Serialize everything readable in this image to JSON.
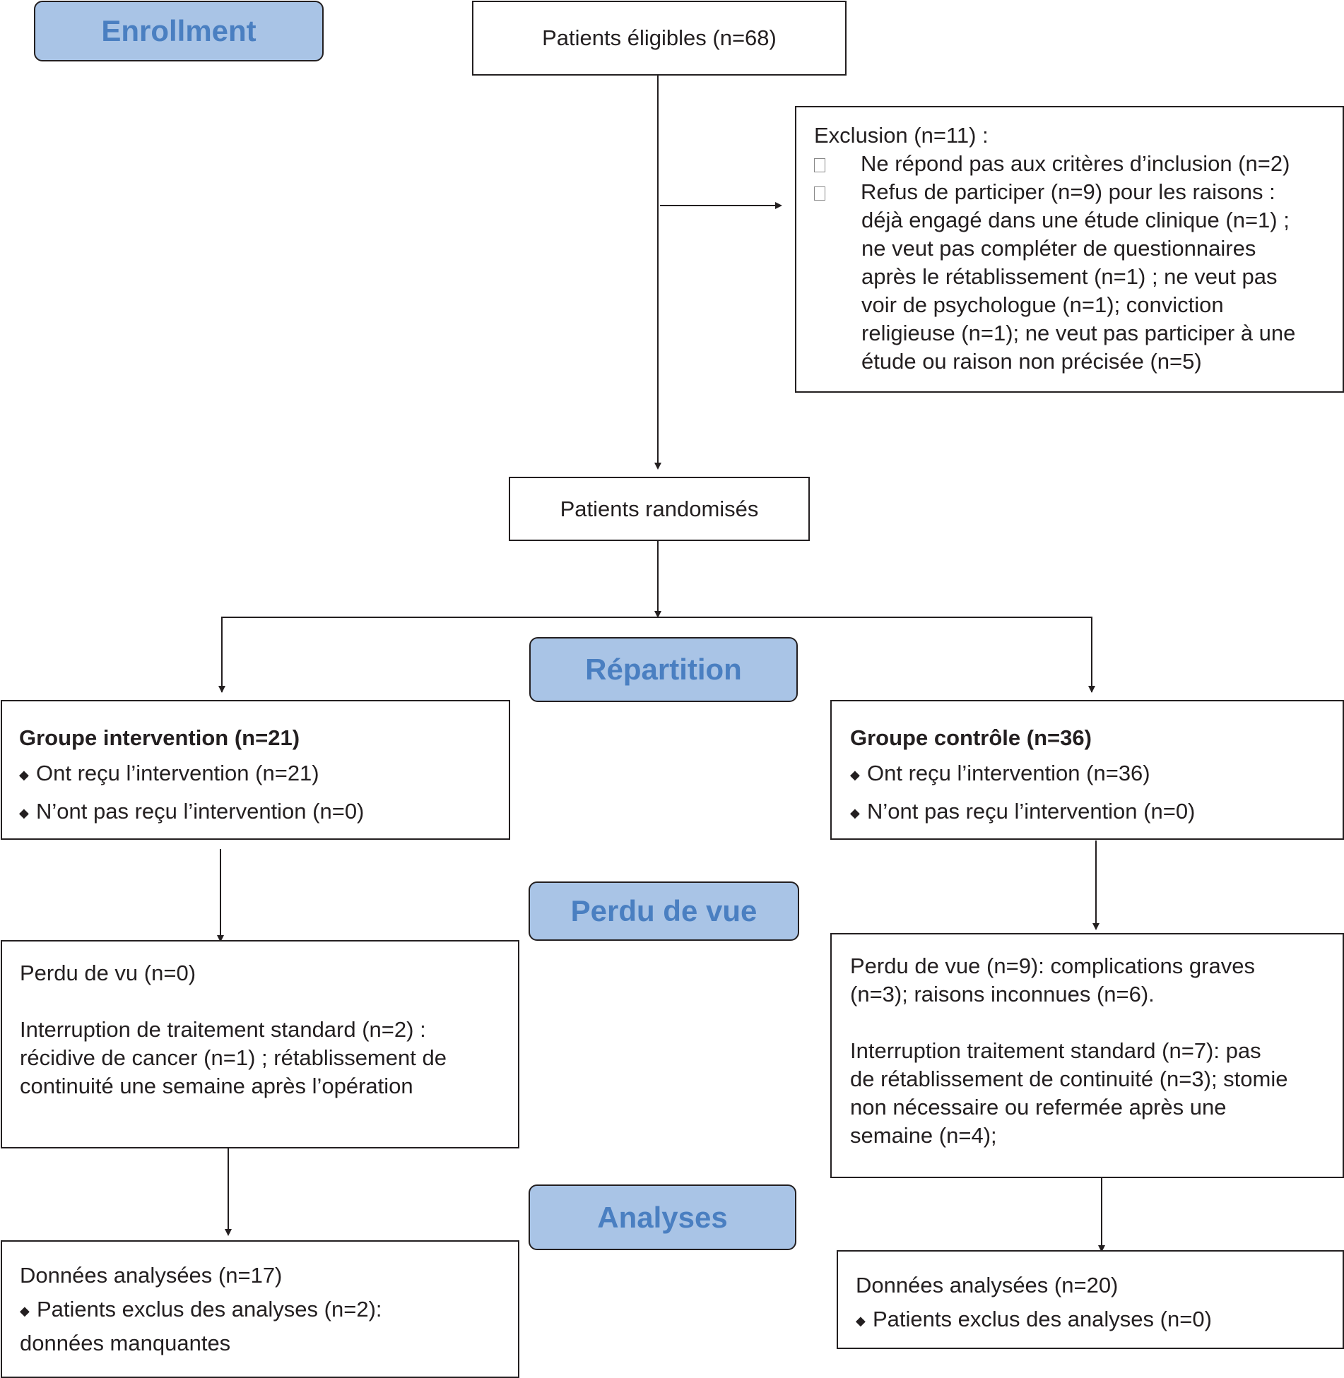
{
  "stages": {
    "enrollment": "Enrollment",
    "repartition": "Répartition",
    "perdu": "Perdu de vue",
    "analyses": "Analyses"
  },
  "eligible": "Patients éligibles (n=68)",
  "exclusion": {
    "title": "Exclusion (n=11) :",
    "item1": "Ne répond pas aux critères d’inclusion (n=2)",
    "item2_lines": [
      "Refus de participer (n=9) pour les raisons :",
      "déjà engagé dans une étude clinique (n=1) ;",
      "ne veut pas compléter de questionnaires",
      "après le rétablissement (n=1) ; ne veut pas",
      "voir de psychologue (n=1); conviction",
      "religieuse (n=1); ne veut pas participer à une",
      "étude ou raison non précisée (n=5)"
    ]
  },
  "randomized": "Patients randomisés",
  "intervention": {
    "title": "Groupe intervention (n=21)",
    "b1": "Ont reçu l’intervention (n=21)",
    "b2": "N’ont pas reçu l’intervention (n=0)"
  },
  "control": {
    "title": "Groupe contrôle (n=36)",
    "b1": "Ont reçu l’intervention (n=36)",
    "b2": "N’ont pas reçu l’intervention (n=0)"
  },
  "lost_left": {
    "l1": "Perdu de vu (n=0)",
    "lines": [
      "Interruption de traitement standard (n=2) :",
      "récidive de cancer (n=1) ; rétablissement de",
      "continuité une semaine après l’opération"
    ]
  },
  "lost_right": {
    "lines1": [
      "Perdu de vue (n=9): complications graves",
      "(n=3); raisons inconnues (n=6)."
    ],
    "lines2": [
      "Interruption traitement standard (n=7): pas",
      "de rétablissement de continuité (n=3); stomie",
      "non nécessaire ou refermée après une",
      "semaine (n=4);"
    ]
  },
  "analysed_left": {
    "title": "Données analysées (n=17)",
    "b1": "Patients exclus des analyses (n=2):",
    "cont": "données manquantes"
  },
  "analysed_right": {
    "title": "Données analysées (n=20)",
    "b1": "Patients exclus des analyses (n=0)"
  },
  "colors": {
    "stage_fill": "#a9c4e6",
    "stage_text": "#4a7fc1",
    "line": "#231f20"
  }
}
